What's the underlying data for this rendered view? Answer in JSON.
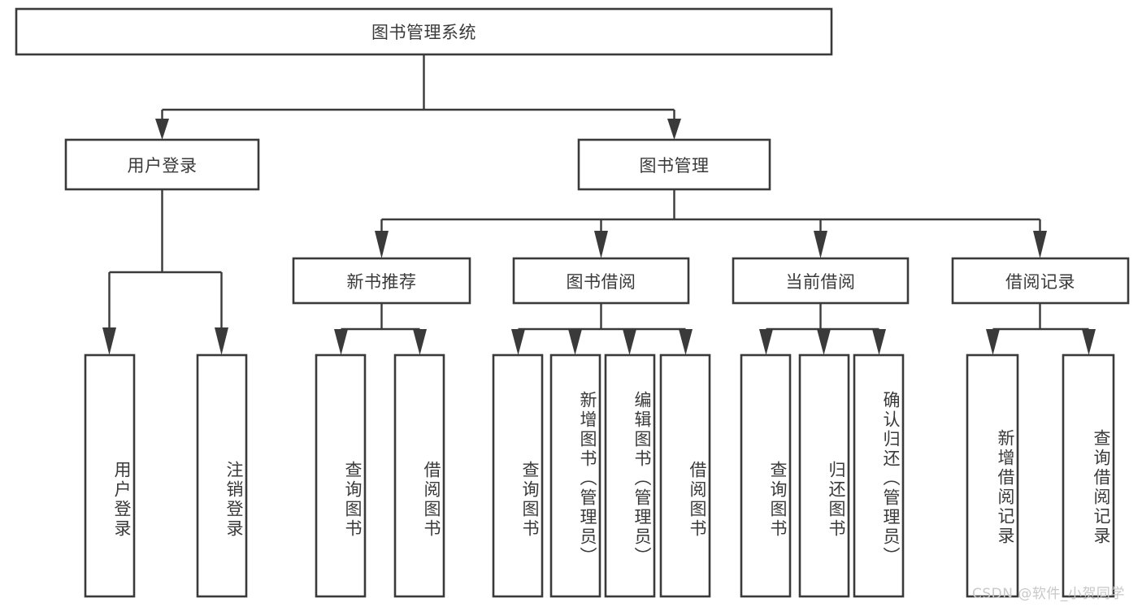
{
  "diagram": {
    "title": "图书管理系统",
    "type": "tree",
    "watermark": "CSDN @软件_小贺同学",
    "colors": {
      "stroke": "#3a3a3a",
      "text": "#3a3a3a",
      "background": "#ffffff",
      "watermark": "#c8c8c8"
    },
    "nodes": {
      "root": {
        "label": "图书管理系统",
        "orientation": "horizontal"
      },
      "level1": [
        {
          "id": "user-login",
          "label": "用户登录",
          "orientation": "horizontal"
        },
        {
          "id": "book-management",
          "label": "图书管理",
          "orientation": "horizontal"
        }
      ],
      "level2": [
        {
          "id": "new-book-recommend",
          "label": "新书推荐",
          "orientation": "horizontal",
          "parent": "book-management"
        },
        {
          "id": "book-borrow",
          "label": "图书借阅",
          "orientation": "horizontal",
          "parent": "book-management"
        },
        {
          "id": "current-borrow",
          "label": "当前借阅",
          "orientation": "horizontal",
          "parent": "book-management"
        },
        {
          "id": "borrow-record",
          "label": "借阅记录",
          "orientation": "horizontal",
          "parent": "book-management"
        }
      ],
      "leaves": [
        {
          "id": "leaf-user-login",
          "label": "用户登录",
          "orientation": "vertical",
          "parent": "user-login"
        },
        {
          "id": "leaf-logout",
          "label": "注销登录",
          "orientation": "vertical",
          "parent": "user-login"
        },
        {
          "id": "leaf-query-book-1",
          "label": "查询图书",
          "orientation": "vertical",
          "parent": "new-book-recommend"
        },
        {
          "id": "leaf-borrow-book-1",
          "label": "借阅图书",
          "orientation": "vertical",
          "parent": "new-book-recommend"
        },
        {
          "id": "leaf-query-book-2",
          "label": "查询图书",
          "orientation": "vertical",
          "parent": "book-borrow"
        },
        {
          "id": "leaf-add-book",
          "label": "新增图书（管理员）",
          "orientation": "vertical",
          "parent": "book-borrow"
        },
        {
          "id": "leaf-edit-book",
          "label": "编辑图书（管理员）",
          "orientation": "vertical",
          "parent": "book-borrow"
        },
        {
          "id": "leaf-borrow-book-2",
          "label": "借阅图书",
          "orientation": "vertical",
          "parent": "book-borrow"
        },
        {
          "id": "leaf-query-book-3",
          "label": "查询图书",
          "orientation": "vertical",
          "parent": "current-borrow"
        },
        {
          "id": "leaf-return-book",
          "label": "归还图书",
          "orientation": "vertical",
          "parent": "current-borrow"
        },
        {
          "id": "leaf-confirm-return",
          "label": "确认归还（管理员）",
          "orientation": "vertical",
          "parent": "current-borrow"
        },
        {
          "id": "leaf-add-record",
          "label": "新增借阅记录",
          "orientation": "vertical",
          "parent": "borrow-record"
        },
        {
          "id": "leaf-query-record",
          "label": "查询借阅记录",
          "orientation": "vertical",
          "parent": "borrow-record"
        }
      ]
    }
  }
}
